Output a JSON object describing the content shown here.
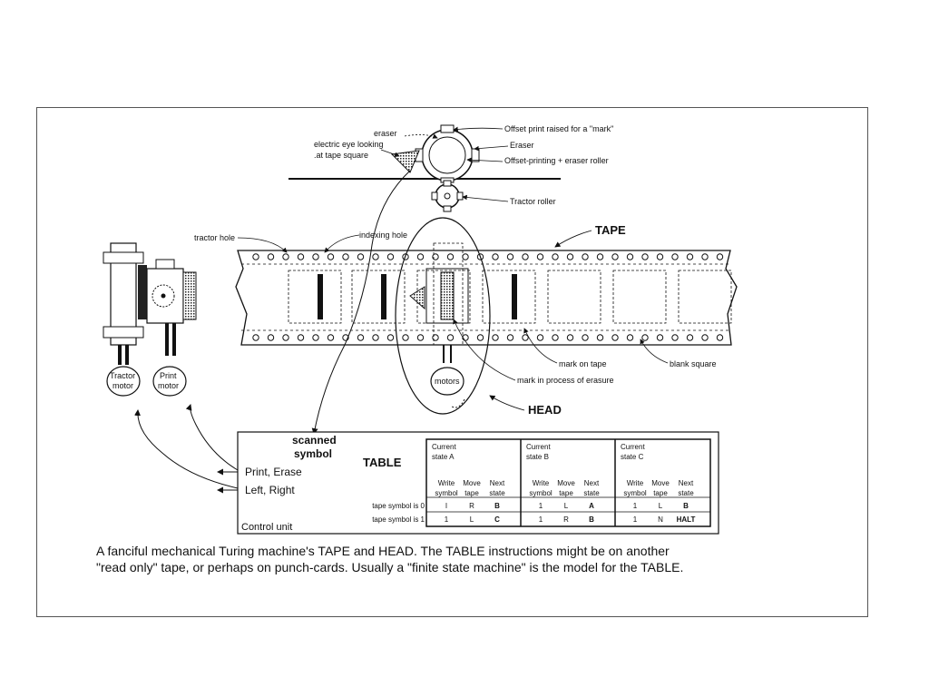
{
  "labels": {
    "eraser": "eraser",
    "electric_eye_1": "electric eye looking",
    "electric_eye_2": ".at tape square",
    "offset_print_raised": "Offset print raised for a \"mark\"",
    "eraser_right": "Eraser",
    "offset_roller": "Offset-printing + eraser roller",
    "tractor_roller": "Tractor roller",
    "tractor_hole": "tractor hole",
    "indexing_hole": "indexing hole",
    "tape": "TAPE",
    "mark_on_tape": "mark on tape",
    "mark_erasure": "mark in process of erasure",
    "blank_square": "blank square",
    "head": "HEAD",
    "motors": "motors",
    "tractor_motor_1": "Tractor",
    "tractor_motor_2": "motor",
    "print_motor_1": "Print",
    "print_motor_2": "motor",
    "scanned_1": "scanned",
    "scanned_2": "symbol",
    "print_erase": "Print, Erase",
    "left_right": "Left, Right",
    "control_unit": "Control unit"
  },
  "table": {
    "title": "TABLE",
    "states": [
      {
        "line1": "Current",
        "line2": "state A"
      },
      {
        "line1": "Current",
        "line2": "state B"
      },
      {
        "line1": "Current",
        "line2": "state C"
      }
    ],
    "col_headers_top": [
      "Write",
      "Move",
      "Next"
    ],
    "col_headers_bottom": [
      "symbol",
      "tape",
      "state"
    ],
    "row_labels": [
      "tape symbol is 0",
      "tape symbol is 1"
    ],
    "rows": [
      [
        [
          "I",
          "R",
          "B"
        ],
        [
          "1",
          "L",
          "A"
        ],
        [
          "1",
          "L",
          "B"
        ]
      ],
      [
        [
          "1",
          "L",
          "C"
        ],
        [
          "1",
          "R",
          "B"
        ],
        [
          "1",
          "N",
          "HALT"
        ]
      ]
    ]
  },
  "caption": {
    "line1": "A fanciful mechanical Turing machine's TAPE and HEAD. The TABLE instructions might be on another",
    "line2": "\"read only\" tape, or perhaps on punch-cards. Usually a \"finite state machine\" is the model for the TABLE."
  }
}
